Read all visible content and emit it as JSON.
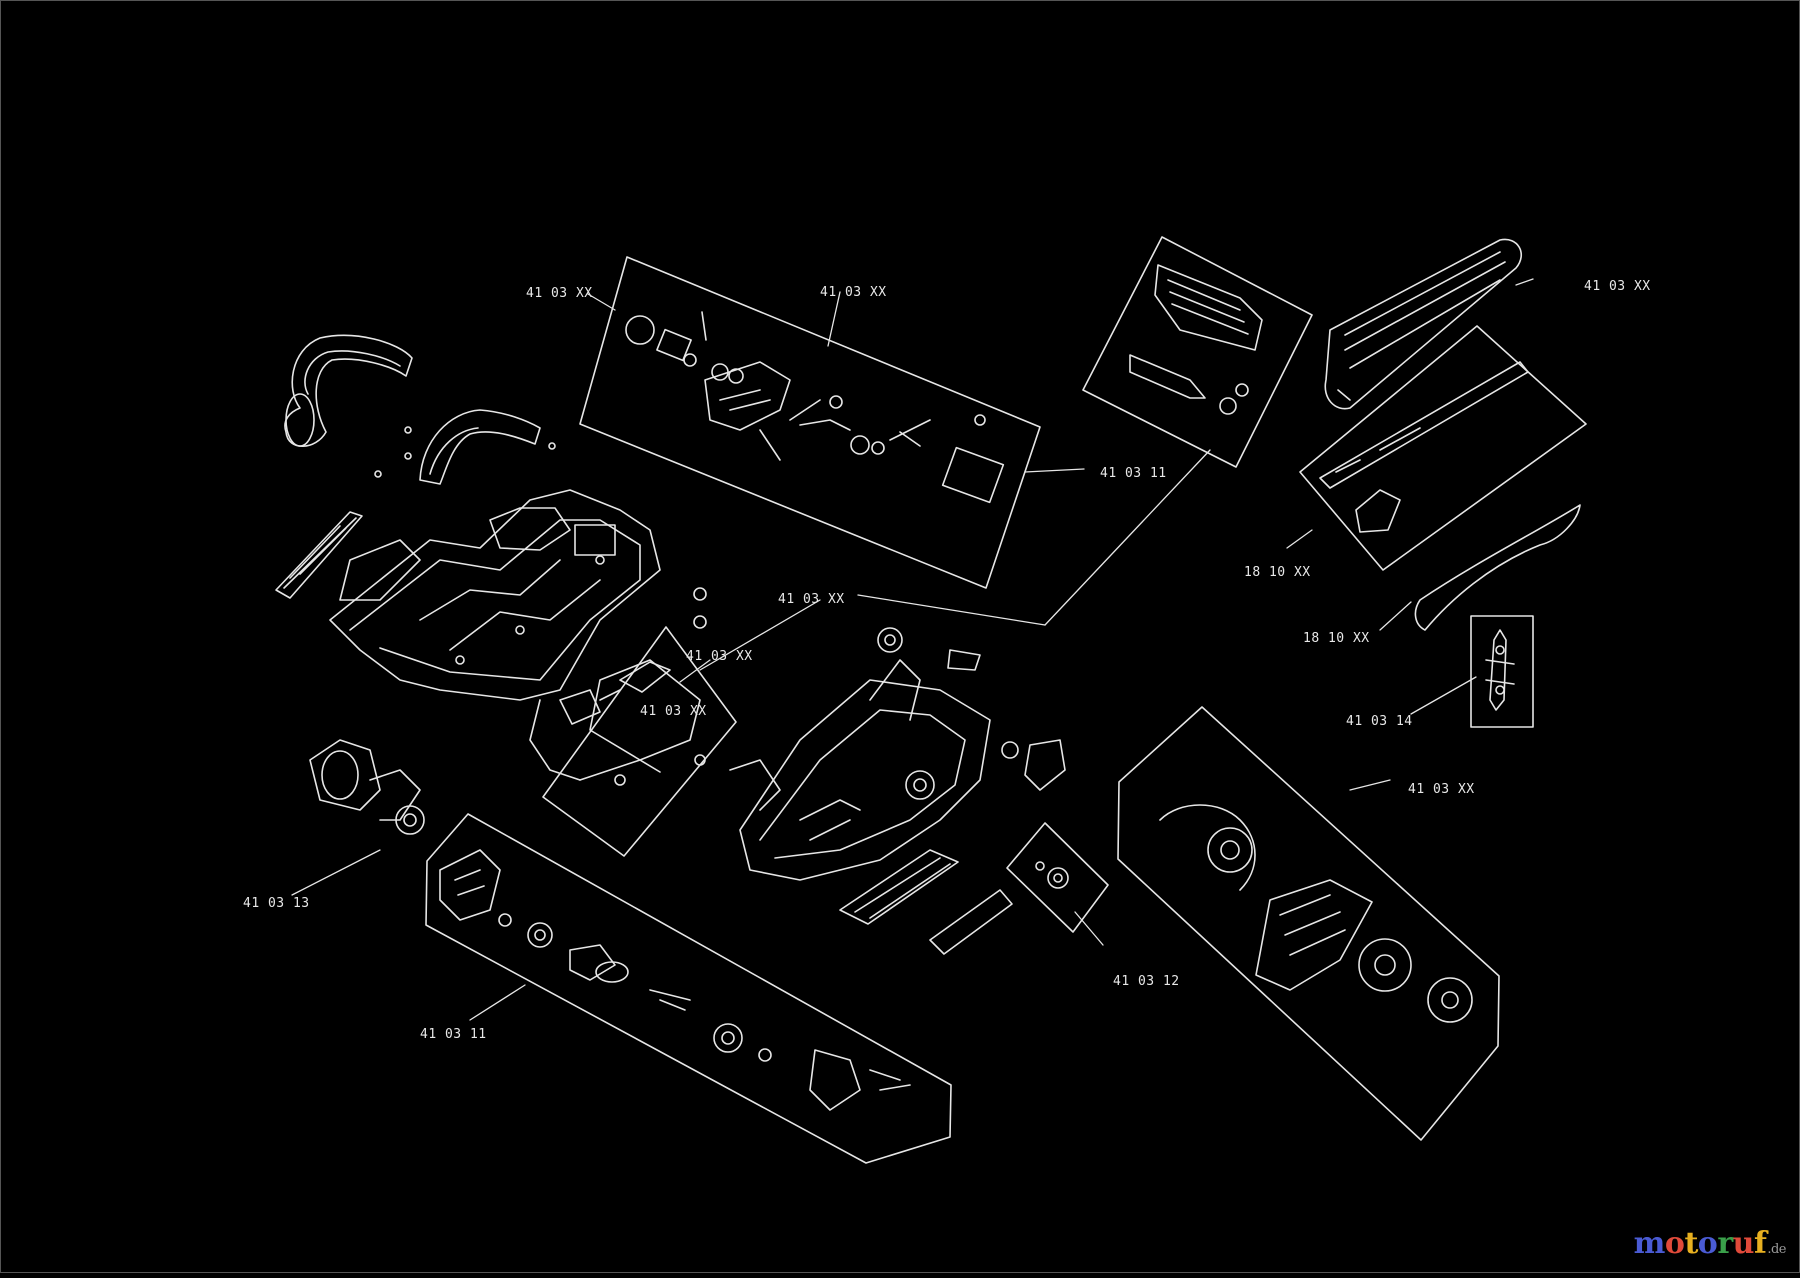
{
  "diagram": {
    "callouts": {
      "c1": "41 03 XX",
      "c2": "41 03 XX",
      "c3": "41 03 11",
      "c4": "41 03 XX",
      "c5": "41 03 XX",
      "c6": "41 03 XX",
      "c7": "41 03 XX",
      "c8": "18 10 XX",
      "c9": "18 10 XX",
      "c10": "41 03 14",
      "c11": "41 03 XX",
      "c12": "41 03 12",
      "c13": "41 03 13",
      "c14": "41 03 11"
    }
  },
  "watermark": {
    "letters": [
      "m",
      "o",
      "t",
      "o",
      "r",
      "u",
      "f"
    ],
    "tld": ".de",
    "colors": [
      "#4a5bd4",
      "#e04a3a",
      "#e8b020",
      "#4a5bd4",
      "#3aa04a",
      "#e04a3a",
      "#e8b020"
    ]
  }
}
